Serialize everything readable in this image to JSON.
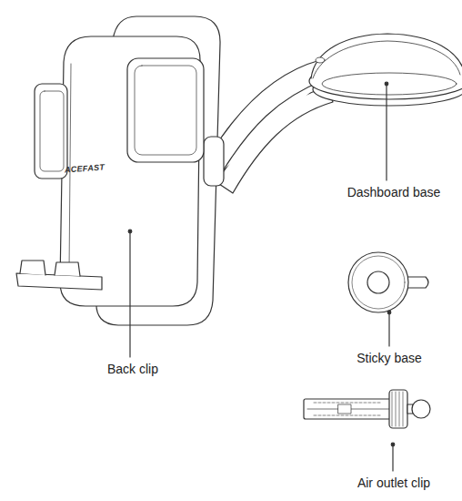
{
  "diagram": {
    "labels": [
      "ACEFAST",
      "Dashboard base",
      "Back clip",
      "Sticky base",
      "Air outlet clip"
    ]
  }
}
